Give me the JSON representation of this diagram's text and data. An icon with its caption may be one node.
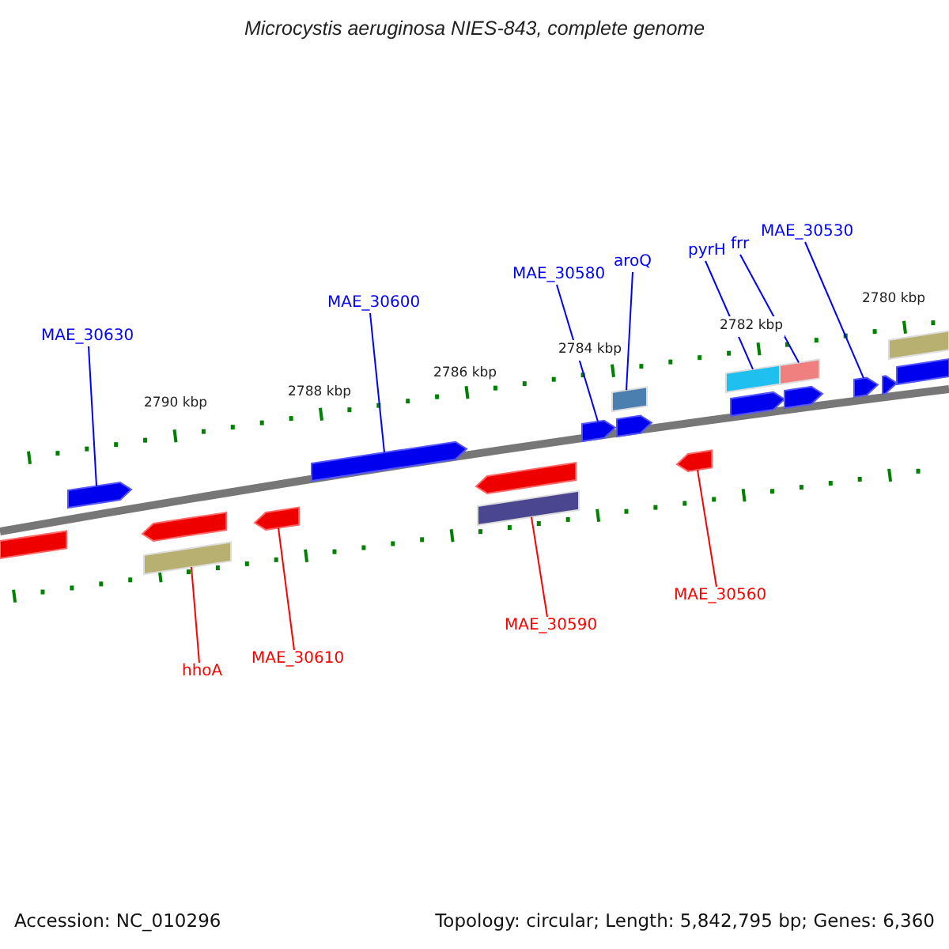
{
  "diagram": {
    "title": "Microcystis aeruginosa NIES-843, complete genome",
    "nodes": [
      {
        "text": [
          "MAE_30630"
        ]
      },
      {
        "text": [
          "MAE_30600"
        ]
      },
      {
        "text": [
          "MAE_30580"
        ]
      },
      {
        "text": [
          "aroQ"
        ]
      },
      {
        "text": [
          "pyrH"
        ]
      },
      {
        "text": [
          "frr"
        ]
      },
      {
        "text": [
          "MAE_30530"
        ]
      },
      {
        "text": [
          "hhoA"
        ]
      },
      {
        "text": [
          "MAE_30610"
        ]
      },
      {
        "text": [
          "MAE_30590"
        ]
      },
      {
        "text": [
          "MAE_30560"
        ]
      },
      {
        "text": [],
        "shape": "bar"
      },
      {
        "text": [],
        "shape": "bar"
      },
      {
        "text": [],
        "shape": "bar"
      },
      {
        "text": [],
        "shape": "bar"
      },
      {
        "text": [],
        "shape": "bar"
      },
      {
        "text": [],
        "shape": "bar"
      },
      {
        "text": [],
        "shape": "bar"
      },
      {
        "text": [],
        "shape": "bar"
      },
      {
        "text": [],
        "shape": "bar"
      },
      {
        "text": [],
        "shape": "bar"
      },
      {
        "text": [],
        "shape": "bar"
      },
      {
        "text": [],
        "shape": "bar"
      },
      {
        "text": [],
        "shape": "bar"
      },
      {
        "text": [],
        "shape": "bar"
      },
      {
        "text": [],
        "shape": "bar"
      },
      {
        "text": [],
        "shape": "bar"
      },
      {
        "text": [],
        "shape": "bar"
      },
      {
        "text": [],
        "shape": "bar"
      },
      {
        "text": [],
        "shape": "bar"
      },
      {
        "text": [],
        "shape": "bar"
      }
    ],
    "edges": [
      {
        "from": 0,
        "to": 12,
        "arrow": "none"
      },
      {
        "from": 1,
        "to": 16,
        "arrow": "none"
      },
      {
        "from": 2,
        "to": 19,
        "arrow": "none"
      },
      {
        "from": 3,
        "to": 20,
        "arrow": "none"
      },
      {
        "from": 4,
        "to": 23,
        "arrow": "none"
      },
      {
        "from": 5,
        "to": 25,
        "arrow": "none"
      },
      {
        "from": 6,
        "to": 27,
        "arrow": "none"
      },
      {
        "from": 7,
        "to": 14,
        "arrow": "none",
        "color": "#ff0000"
      },
      {
        "from": 8,
        "to": 15,
        "arrow": "none",
        "color": "#ff0000"
      },
      {
        "from": 9,
        "to": 18,
        "arrow": "none",
        "color": "#ff0000"
      },
      {
        "from": 10,
        "to": 22,
        "arrow": "none",
        "color": "#ff0000"
      }
    ],
    "labels": [
      "2790 kbp",
      "2788 kbp",
      "2786 kbp",
      "2784 kbp",
      "2782 kbp",
      "2780 kbp",
      "Accession: NC_010296",
      "Topology: circular; Length: 5,842,795 bp; Genes: 6,360"
    ]
  }
}
